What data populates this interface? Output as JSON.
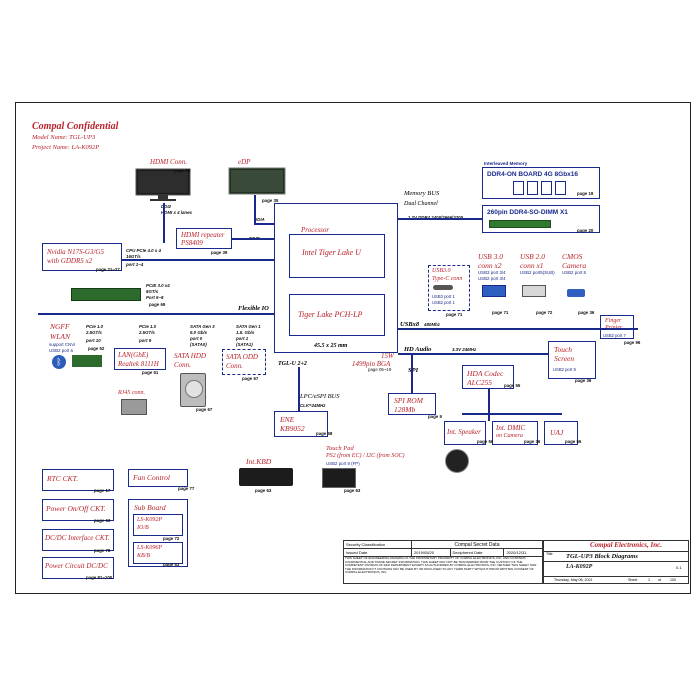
{
  "header": {
    "company": "Compal Confidential",
    "model": "Model Name: TGL-UP3",
    "project": "Project Name: LA-K092P"
  },
  "blocks": {
    "hdmi_conn": {
      "label": "HDMI Conn.",
      "page": "page 39",
      "note1": "DDI2",
      "note2": "HDMI x 4 lanes"
    },
    "edp": {
      "label": "eDP",
      "page": "page 35",
      "bus": "DDIA"
    },
    "hdmi_repeater": {
      "label1": "HDMI repeater",
      "label2": "PS8409",
      "page": "page 39",
      "bus": "DDIB"
    },
    "nvidia": {
      "label1": "Nvidia N17S-G3/G5",
      "label2": "with GDDR5 x2",
      "page": "page 21~27",
      "bus1": "CPU PCIe 4.0 x 4",
      "bus2": "16GT/s",
      "bus3": "port 1~4"
    },
    "processor": {
      "title": "Processor",
      "name": "Intel Tiger Lake U"
    },
    "pch": {
      "name": "Tiger Lake PCH-LP",
      "size": "45.5 x 25 mm",
      "pkg": "TGL-U 2+2",
      "power": "15W",
      "bga": "1499pin BGA",
      "page": "page 05~19"
    },
    "memory": {
      "bus1": "Memory BUS",
      "bus2": "Dual Channel",
      "speed": "1.2V DDR4 2400/2666/3200",
      "interleaved": "Interleaved Memory",
      "onboard": "DDR4-ON BOARD 4G 8Gbx16",
      "onboard_page": "page 19",
      "sodimm": "260pin DDR4-SO-DIMM X1",
      "sodimm_page": "page 20"
    },
    "ssd": {
      "bus1": "PCIE 3.0 x4",
      "bus2": "8GT/s",
      "bus3": "Port 5~8",
      "page": "page 69"
    },
    "flexible_io": "Flexible IO",
    "wlan": {
      "label1": "NGFF",
      "label2": "WLAN",
      "note1": "support CNVi",
      "note2": "USB2 port 6",
      "bus1": "PCIe 1.0",
      "bus2": "2.5GT/s",
      "bus3": "port 10",
      "page": "page 52"
    },
    "lan": {
      "label1": "LAN(GbE)",
      "label2": "Realtek 8111H",
      "bus1": "PCIe 1.0",
      "bus2": "2.5GT/s",
      "bus3": "port 9",
      "page": "page 51",
      "rj45": "RJ45 conn."
    },
    "sata_hdd": {
      "label1": "SATA HDD",
      "label2": "Conn.",
      "bus1": "SATA Gen 3",
      "bus2": "6.0 Gb/s",
      "bus3": "port 0",
      "bus4": "(SATA0)",
      "page": "page 67"
    },
    "sata_odd": {
      "label1": "SATA ODD",
      "label2": "Conn.",
      "bus1": "SATA Gen 1",
      "bus2": "1.5. Gb/s",
      "bus3": "port 1",
      "bus4": "(SATA1)",
      "page": "page 67"
    },
    "usb_typec": {
      "label1": "USB3.0",
      "label2": "Type-C conn",
      "n1": "USB3 port 1",
      "n2": "USB2 port 1",
      "page": "page 71"
    },
    "usb30": {
      "label1": "USB 3.0",
      "label2": "conn  x2",
      "n1": "USB3 port 3/4",
      "n2": "USB2 port 3/4",
      "page": "page 71"
    },
    "usb20": {
      "label1": "USB 2.0",
      "label2": "conn  x1",
      "n1": "USB2 port5(SUB)",
      "page": "page 72"
    },
    "cmos": {
      "label1": "CMOS",
      "label2": "Camera",
      "n1": "USB2 port 8",
      "page": "page 36"
    },
    "usb_bus": {
      "label": "USBx8",
      "speed": "480Mhz"
    },
    "finger": {
      "label1": "Finger",
      "label2": "Printer",
      "n1": "USB2 port 7",
      "page": "page 96"
    },
    "touch": {
      "label1": "Touch",
      "label2": "Screen",
      "n1": "USB2 port 9",
      "page": "page 36"
    },
    "hd_audio": {
      "label": "HD Audio",
      "speed": "3.3V 24MHz"
    },
    "hda_codec": {
      "label1": "HDA Codec",
      "label2": "ALC255",
      "page": "page 56"
    },
    "spi": {
      "bus": "SPI",
      "label1": "SPI ROM",
      "label2": "128Mb",
      "page": "page 9"
    },
    "lpc": {
      "bus": "LPC/eSPI BUS",
      "clk": "CLK=24MHz"
    },
    "ene": {
      "label1": "ENE",
      "label2": "KB9052",
      "page": "page 58"
    },
    "speaker": {
      "label": "Int. Speaker",
      "page": "page 56"
    },
    "dmic": {
      "label1": "Int. DMIC",
      "label2": "on Camera",
      "page": "page 36"
    },
    "uaj": {
      "label": "UAJ",
      "page": "page 56"
    },
    "kbd": {
      "label": "Int.KBD",
      "page": "page 63"
    },
    "touchpad": {
      "label1": "Touch Pad",
      "label2": "PS2 (from EC) / I2C (from SOC)",
      "label3": "USB2 port 8 (FP)",
      "page": "page 63"
    },
    "rtc": {
      "label": "RTC CKT.",
      "page": "page 17"
    },
    "fan": {
      "label": "Fan Control",
      "page": "page 77"
    },
    "power_onoff": {
      "label": "Power On/Off CKT.",
      "page": "page 63"
    },
    "subboard": {
      "title": "Sub Board",
      "b1a": "LS-K092P",
      "b1b": "IO/B",
      "b1p": "page 72",
      "b2a": "LS-K096P",
      "b2b": "KB/B",
      "b2p": "page 63"
    },
    "dcdc_if": {
      "label": "DC/DC Interface CKT.",
      "page": "page 78"
    },
    "power_circuit": {
      "label": "Power Circuit DC/DC",
      "page": "page 81~100"
    }
  },
  "title_block": {
    "sec_class": "Security Classification",
    "secret": "Compal Secret Data",
    "issued": "Issued Date",
    "issued_val": "2019/05/20",
    "deciphered": "Deciphered Date",
    "deciphered_val": "2020/12/31",
    "company": "Compal Electronics, Inc.",
    "title_lbl": "Title",
    "title": "TGL-UP3 Block Diagrams",
    "doc": "LA-K092P",
    "rev": "0.1",
    "date": "Thursday, May 06, 2021",
    "sheet": "Sheet",
    "sheet_no": "1",
    "of": "of",
    "total": "100",
    "disclaimer": "THIS SHEET OF ENGINEERING DRAWING IS THE PROPRIETARY PROPERTY OF COMPAL ELECTRONICS, INC. AND CONTAINS CONFIDENTIAL AND TRADE SECRET INFORMATION. THIS SHEET MAY NOT BE TRANSFERED FROM THE CUSTODY OF THE COMPETENT DIVISION OF R&D DEPARTMENT EXCEPT AS AUTHORIZED BY COMPAL ELECTRONICS, INC. NEITHER THIS SHEET NOR THE INFORMATION IT CONTAINS MAY BE USED BY OR DISCLOSED TO ANY THIRD PARTY WITHOUT PRIOR WRITTEN CONSENT OF COMPAL ELECTRONICS, INC."
  }
}
